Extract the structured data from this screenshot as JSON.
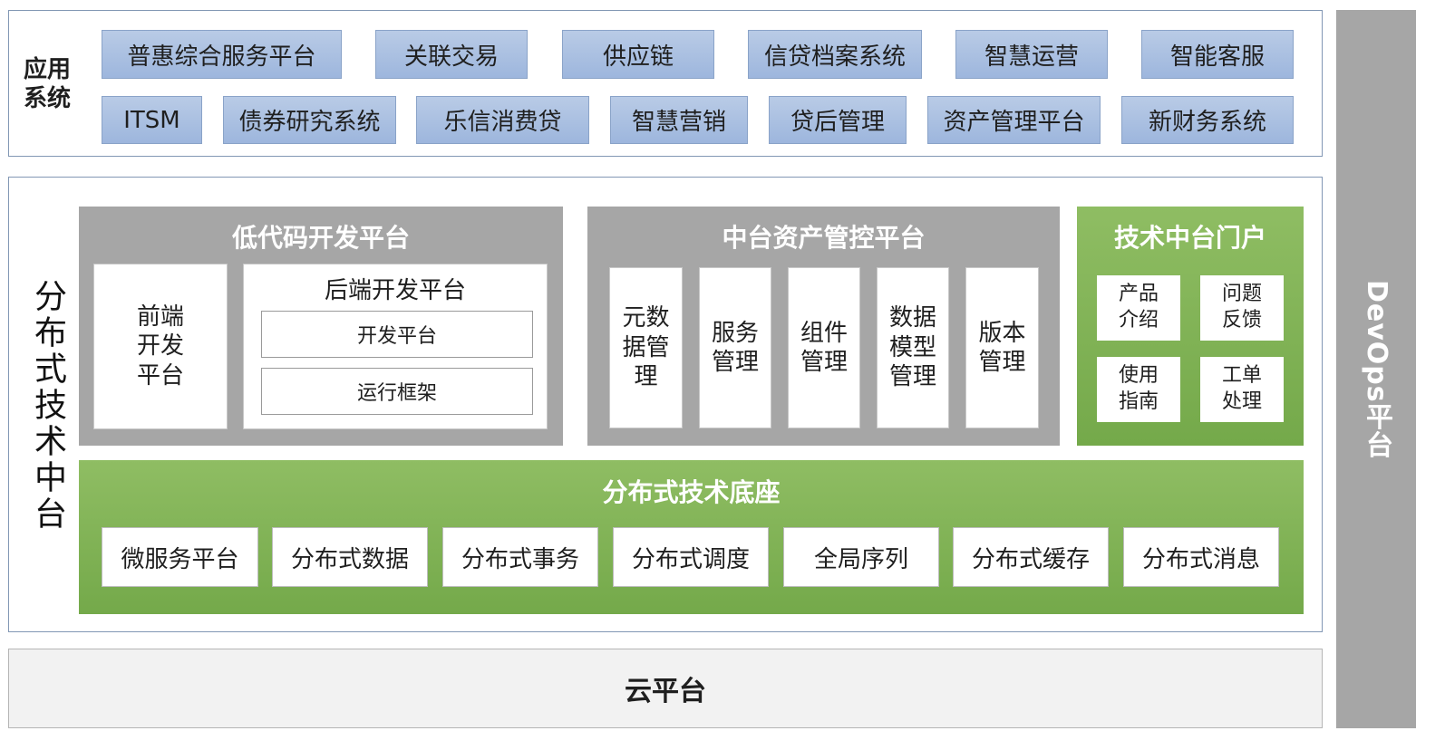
{
  "app_systems": {
    "label": "应用\n系统",
    "row1": [
      "普惠综合服务平台",
      "关联交易",
      "供应链",
      "信贷档案系统",
      "智慧运营",
      "智能客服"
    ],
    "row2": [
      "ITSM",
      "债券研究系统",
      "乐信消费贷",
      "智慧营销",
      "贷后管理",
      "资产管理平台",
      "新财务系统"
    ]
  },
  "tech_platform": {
    "label": "分布式技术中台",
    "lowcode": {
      "title": "低代码开发平台",
      "frontend": "前端\n开发\n平台",
      "backend_title": "后端开发平台",
      "backend_items": [
        "开发平台",
        "运行框架"
      ]
    },
    "asset_control": {
      "title": "中台资产管控平台",
      "items": [
        "元数\n据管\n理",
        "服务\n管理",
        "组件\n管理",
        "数据\n模型\n管理",
        "版本\n管理"
      ]
    },
    "portal": {
      "title": "技术中台门户",
      "items": [
        "产品\n介绍",
        "问题\n反馈",
        "使用\n指南",
        "工单\n处理"
      ]
    },
    "base": {
      "title": "分布式技术底座",
      "items": [
        "微服务平台",
        "分布式数据",
        "分布式事务",
        "分布式调度",
        "全局序列",
        "分布式缓存",
        "分布式消息"
      ]
    }
  },
  "cloud": {
    "label": "云平台"
  },
  "devops": {
    "label": "DevOps平台"
  }
}
